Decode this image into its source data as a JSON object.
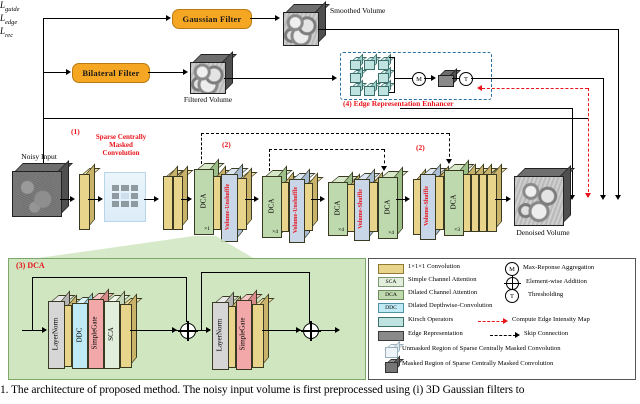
{
  "figure": {
    "caption": "1. The architecture of proposed method. The noisy input volume is first preprocessed using (i) 3D Gaussian filters to"
  },
  "preprocess": {
    "gaussian_filter": "Gaussian Filter",
    "bilateral_filter": "Bilateral Filter",
    "smoothed_volume": "Smoothed Volume",
    "filtered_volume": "Filtered Volume"
  },
  "volumes": {
    "noisy_input": "Noisy Input",
    "denoised_volume": "Denoised Volume"
  },
  "losses": {
    "guide": "L",
    "guide_sub": "guide",
    "edge": "L",
    "edge_sub": "edge",
    "rec": "L",
    "rec_sub": "rec"
  },
  "annotations": {
    "a1_num": "(1)",
    "a1_text": "Sparse Centrally Masked Convolution",
    "a1_l1": "Sparse Centrally",
    "a1_l2": "Masked",
    "a1_l3": "Convolution",
    "a2_num": "(2)",
    "a3": "(3) DCA",
    "a4": "(4) Edge Representation Enhancer"
  },
  "edge_enhancer": {
    "max_response": "M",
    "thresholding": "T",
    "kirsch_count": 8
  },
  "network": {
    "blocks": [
      {
        "name": "DCA",
        "mult": "×1"
      },
      {
        "name": "Volume-Unshuffle",
        "mult": ""
      },
      {
        "name": "DCA",
        "mult": "×4"
      },
      {
        "name": "Volume-Unshuffle",
        "mult": ""
      },
      {
        "name": "DCA",
        "mult": "×4"
      },
      {
        "name": "Volume-Shuffle",
        "mult": ""
      },
      {
        "name": "DCA",
        "mult": "×4"
      },
      {
        "name": "Volume-Shuffle",
        "mult": ""
      },
      {
        "name": "DCA",
        "mult": "×3"
      }
    ]
  },
  "dca_module": {
    "title": "(3) DCA",
    "branch1": [
      "LayerNorm",
      "DDC",
      "SimpleGate",
      "SCA"
    ],
    "branch2": [
      "LayerNorm",
      "SimpleGate"
    ]
  },
  "legend": {
    "items": [
      {
        "key": "conv",
        "swatch": "",
        "label": "1×1×1 Convolution"
      },
      {
        "key": "sca",
        "swatch": "SCA",
        "label": "Simple Channel Attention"
      },
      {
        "key": "dca",
        "swatch": "DCA",
        "label": "Dilated Channel Attention"
      },
      {
        "key": "ddc",
        "swatch": "DDC",
        "label": "Dilated Depthwise-Convolution"
      },
      {
        "key": "kirsch",
        "swatch": "",
        "label": "Kirsch Operators"
      },
      {
        "key": "edge",
        "swatch": "",
        "label": "Edge Representation"
      }
    ],
    "right_items": [
      {
        "key": "max",
        "glyph": "M",
        "label": "Max-Reponse Aggregation"
      },
      {
        "key": "add",
        "glyph": "⊕",
        "label": "Element-wise Addition"
      },
      {
        "key": "thr",
        "glyph": "T",
        "label": "Thresholding"
      }
    ],
    "line_items": [
      {
        "key": "edge-map",
        "label": "Compute Edge Intensity Map",
        "color": "#e8141c"
      },
      {
        "key": "skip",
        "label": "Skip Connection",
        "color": "#000000"
      }
    ],
    "cube_items": [
      {
        "key": "unmasked",
        "label": "Unmasked Region of Sparse Centrally Masked Convolution"
      },
      {
        "key": "masked",
        "label": "Masked Region of Sparse Centrally Masked Convolution"
      }
    ]
  },
  "colors": {
    "filter_orange": "#F5A623",
    "conv_yellow": "#E8D48A",
    "dca_green": "#BFD9AE",
    "sca_pale": "#E2EEDC",
    "ddc_cyan": "#BFEAF5",
    "simplegate_pink": "#F2A8A8",
    "layernorm_gray": "#D6D6D6",
    "shuffle_blue": "#C8D6E8",
    "kirsch_teal": "#BFE3E0",
    "edge_gray": "#8A8A8A",
    "panel_green": "#CFE6C0",
    "red_accent": "#E8141C"
  }
}
